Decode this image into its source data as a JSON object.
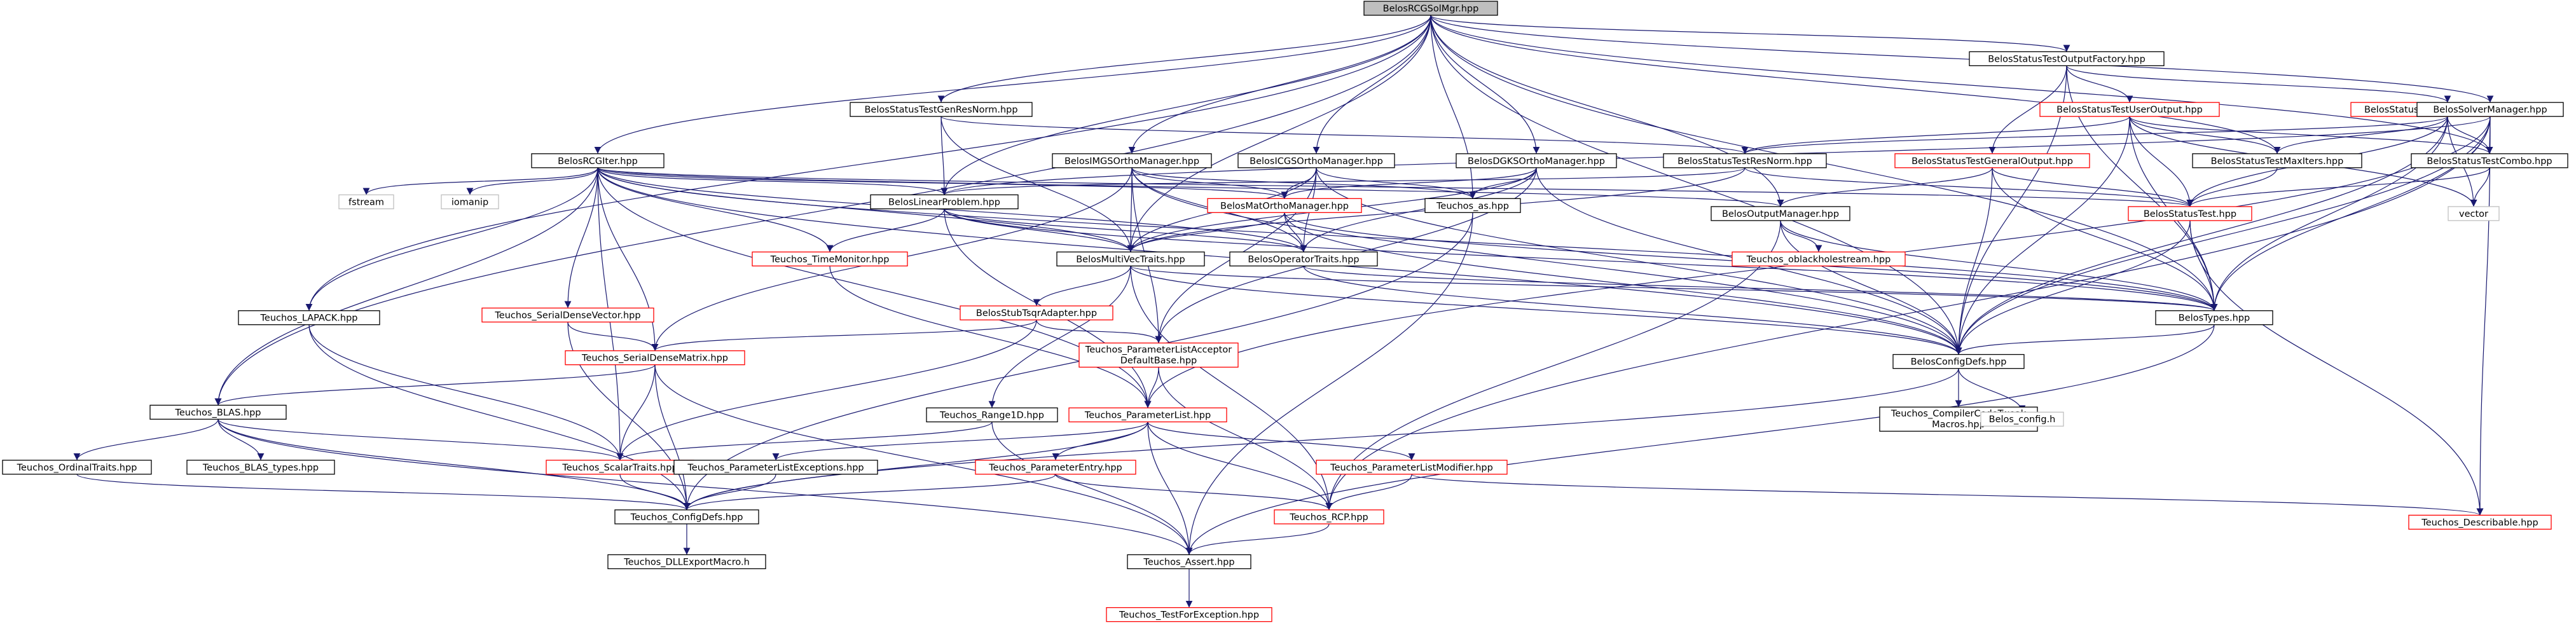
{
  "graph": {
    "root": "BelosRCGSolMgr.hpp",
    "colors": {
      "edge": "#191970",
      "box_normal": "#000000",
      "box_linked_external": "#ff0000",
      "box_system": "#bfbfbf",
      "root_fill": "#bfbfbf",
      "fill": "#ffffff"
    },
    "nodes": [
      {
        "id": "root",
        "lines": [
          "BelosRCGSolMgr.hpp"
        ],
        "kind": "root"
      },
      {
        "id": "rcgiter",
        "lines": [
          "BelosRCGIter.hpp"
        ],
        "kind": "normal"
      },
      {
        "id": "lapack",
        "lines": [
          "Teuchos_LAPACK.hpp"
        ],
        "kind": "normal"
      },
      {
        "id": "blas",
        "lines": [
          "Teuchos_BLAS.hpp"
        ],
        "kind": "normal"
      },
      {
        "id": "ordinaltraits",
        "lines": [
          "Teuchos_OrdinalTraits.hpp"
        ],
        "kind": "normal"
      },
      {
        "id": "blastypes",
        "lines": [
          "Teuchos_BLAS_types.hpp"
        ],
        "kind": "normal"
      },
      {
        "id": "scalartraits",
        "lines": [
          "Teuchos_ScalarTraits.hpp"
        ],
        "kind": "red"
      },
      {
        "id": "configdefs_t",
        "lines": [
          "Teuchos_ConfigDefs.hpp"
        ],
        "kind": "normal"
      },
      {
        "id": "dllexport",
        "lines": [
          "Teuchos_DLLExportMacro.h"
        ],
        "kind": "normal"
      },
      {
        "id": "assert",
        "lines": [
          "Teuchos_Assert.hpp"
        ],
        "kind": "normal"
      },
      {
        "id": "testforexc",
        "lines": [
          "Teuchos_TestForException.hpp"
        ],
        "kind": "red"
      },
      {
        "id": "fstream",
        "lines": [
          "fstream"
        ],
        "kind": "system"
      },
      {
        "id": "iomanip",
        "lines": [
          "iomanip"
        ],
        "kind": "system"
      },
      {
        "id": "serialdensevector",
        "lines": [
          "Teuchos_SerialDenseVector.hpp"
        ],
        "kind": "red"
      },
      {
        "id": "serialdensematrix",
        "lines": [
          "Teuchos_SerialDenseMatrix.hpp"
        ],
        "kind": "red"
      },
      {
        "id": "timemonitor",
        "lines": [
          "Teuchos_TimeMonitor.hpp"
        ],
        "kind": "red"
      },
      {
        "id": "linearproblem",
        "lines": [
          "BelosLinearProblem.hpp"
        ],
        "kind": "normal"
      },
      {
        "id": "gensresnorm",
        "lines": [
          "BelosStatusTestGenResNorm.hpp"
        ],
        "kind": "normal"
      },
      {
        "id": "imgs",
        "lines": [
          "BelosIMGSOrthoManager.hpp"
        ],
        "kind": "normal"
      },
      {
        "id": "icgs",
        "lines": [
          "BelosICGSOrthoManager.hpp"
        ],
        "kind": "normal"
      },
      {
        "id": "dgks",
        "lines": [
          "BelosDGKSOrthoManager.hpp"
        ],
        "kind": "normal"
      },
      {
        "id": "matortho",
        "lines": [
          "BelosMatOrthoManager.hpp"
        ],
        "kind": "red"
      },
      {
        "id": "teuchos_as",
        "lines": [
          "Teuchos_as.hpp"
        ],
        "kind": "normal"
      },
      {
        "id": "multivectraits",
        "lines": [
          "BelosMultiVecTraits.hpp"
        ],
        "kind": "normal"
      },
      {
        "id": "operatortraits",
        "lines": [
          "BelosOperatorTraits.hpp"
        ],
        "kind": "normal"
      },
      {
        "id": "stubtsqr",
        "lines": [
          "BelosStubTsqrAdapter.hpp"
        ],
        "kind": "red"
      },
      {
        "id": "plvalidator",
        "lines": [
          "Teuchos_ParameterListAcceptor",
          "DefaultBase.hpp"
        ],
        "kind": "red"
      },
      {
        "id": "range1d",
        "lines": [
          "Teuchos_Range1D.hpp"
        ],
        "kind": "normal"
      },
      {
        "id": "paramlist",
        "lines": [
          "Teuchos_ParameterList.hpp"
        ],
        "kind": "red"
      },
      {
        "id": "plexceptions",
        "lines": [
          "Teuchos_ParameterListExceptions.hpp"
        ],
        "kind": "normal"
      },
      {
        "id": "paramentry",
        "lines": [
          "Teuchos_ParameterEntry.hpp"
        ],
        "kind": "red"
      },
      {
        "id": "plmodifier",
        "lines": [
          "Teuchos_ParameterListModifier.hpp"
        ],
        "kind": "red"
      },
      {
        "id": "rcp",
        "lines": [
          "Teuchos_RCP.hpp"
        ],
        "kind": "red"
      },
      {
        "id": "resnorm",
        "lines": [
          "BelosStatusTestResNorm.hpp"
        ],
        "kind": "normal"
      },
      {
        "id": "outputmanager",
        "lines": [
          "BelosOutputManager.hpp"
        ],
        "kind": "normal"
      },
      {
        "id": "oblackhole",
        "lines": [
          "Teuchos_oblackholestream.hpp"
        ],
        "kind": "red"
      },
      {
        "id": "outputfactory",
        "lines": [
          "BelosStatusTestOutputFactory.hpp"
        ],
        "kind": "normal"
      },
      {
        "id": "useroutput",
        "lines": [
          "BelosStatusTestUserOutput.hpp"
        ],
        "kind": "red"
      },
      {
        "id": "resnormoutput",
        "lines": [
          "BelosStatusTestResNormOutput.hpp"
        ],
        "kind": "red"
      },
      {
        "id": "generaloutput",
        "lines": [
          "BelosStatusTestGeneralOutput.hpp"
        ],
        "kind": "red"
      },
      {
        "id": "maxiters",
        "lines": [
          "BelosStatusTestMaxIters.hpp"
        ],
        "kind": "normal"
      },
      {
        "id": "combo",
        "lines": [
          "BelosStatusTestCombo.hpp"
        ],
        "kind": "normal"
      },
      {
        "id": "statustest",
        "lines": [
          "BelosStatusTest.hpp"
        ],
        "kind": "red"
      },
      {
        "id": "vector",
        "lines": [
          "vector"
        ],
        "kind": "system"
      },
      {
        "id": "belostypes",
        "lines": [
          "BelosTypes.hpp"
        ],
        "kind": "normal"
      },
      {
        "id": "belosconfigdefs",
        "lines": [
          "BelosConfigDefs.hpp"
        ],
        "kind": "normal"
      },
      {
        "id": "compilercode",
        "lines": [
          "Teuchos_CompilerCodeTweak",
          "Macros.hpp"
        ],
        "kind": "normal"
      },
      {
        "id": "belos_config",
        "lines": [
          "Belos_config.h"
        ],
        "kind": "system"
      },
      {
        "id": "solvermanager",
        "lines": [
          "BelosSolverManager.hpp"
        ],
        "kind": "normal"
      },
      {
        "id": "describable",
        "lines": [
          "Teuchos_Describable.hpp"
        ],
        "kind": "red"
      }
    ],
    "edges": [
      [
        "root",
        "rcgiter"
      ],
      [
        "root",
        "lapack"
      ],
      [
        "root",
        "blas"
      ],
      [
        "root",
        "gensresnorm"
      ],
      [
        "root",
        "imgs"
      ],
      [
        "root",
        "icgs"
      ],
      [
        "root",
        "dgks"
      ],
      [
        "root",
        "teuchos_as"
      ],
      [
        "root",
        "linearproblem"
      ],
      [
        "root",
        "outputmanager"
      ],
      [
        "root",
        "outputfactory"
      ],
      [
        "root",
        "maxiters"
      ],
      [
        "root",
        "combo"
      ],
      [
        "root",
        "solvermanager"
      ],
      [
        "root",
        "belostypes"
      ],
      [
        "root",
        "belosconfigdefs"
      ],
      [
        "root",
        "multivectraits"
      ],
      [
        "rcgiter",
        "fstream"
      ],
      [
        "rcgiter",
        "iomanip"
      ],
      [
        "rcgiter",
        "linearproblem"
      ],
      [
        "rcgiter",
        "matortho"
      ],
      [
        "rcgiter",
        "statustest"
      ],
      [
        "rcgiter",
        "outputmanager"
      ],
      [
        "rcgiter",
        "operatortraits"
      ],
      [
        "rcgiter",
        "multivectraits"
      ],
      [
        "rcgiter",
        "serialdensevector"
      ],
      [
        "rcgiter",
        "serialdensematrix"
      ],
      [
        "rcgiter",
        "lapack"
      ],
      [
        "rcgiter",
        "blas"
      ],
      [
        "rcgiter",
        "scalartraits"
      ],
      [
        "rcgiter",
        "paramlist"
      ],
      [
        "rcgiter",
        "timemonitor"
      ],
      [
        "rcgiter",
        "belostypes"
      ],
      [
        "rcgiter",
        "belosconfigdefs"
      ],
      [
        "lapack",
        "scalartraits"
      ],
      [
        "lapack",
        "configdefs_t"
      ],
      [
        "blas",
        "ordinaltraits"
      ],
      [
        "blas",
        "blastypes"
      ],
      [
        "blas",
        "scalartraits"
      ],
      [
        "blas",
        "configdefs_t"
      ],
      [
        "blas",
        "assert"
      ],
      [
        "ordinaltraits",
        "configdefs_t"
      ],
      [
        "scalartraits",
        "configdefs_t"
      ],
      [
        "configdefs_t",
        "dllexport"
      ],
      [
        "assert",
        "testforexc"
      ],
      [
        "serialdensevector",
        "serialdensematrix"
      ],
      [
        "serialdensevector",
        "configdefs_t"
      ],
      [
        "serialdensematrix",
        "blas"
      ],
      [
        "serialdensematrix",
        "scalartraits"
      ],
      [
        "serialdensematrix",
        "configdefs_t"
      ],
      [
        "serialdensematrix",
        "assert"
      ],
      [
        "timemonitor",
        "paramlist"
      ],
      [
        "linearproblem",
        "multivectraits"
      ],
      [
        "linearproblem",
        "operatortraits"
      ],
      [
        "linearproblem",
        "timemonitor"
      ],
      [
        "linearproblem",
        "paramlist"
      ],
      [
        "linearproblem",
        "belostypes"
      ],
      [
        "gensresnorm",
        "resnorm"
      ],
      [
        "gensresnorm",
        "linearproblem"
      ],
      [
        "gensresnorm",
        "multivectraits"
      ],
      [
        "imgs",
        "matortho"
      ],
      [
        "imgs",
        "multivectraits"
      ],
      [
        "imgs",
        "operatortraits"
      ],
      [
        "imgs",
        "teuchos_as"
      ],
      [
        "imgs",
        "serialdensematrix"
      ],
      [
        "imgs",
        "plvalidator"
      ],
      [
        "imgs",
        "belosconfigdefs"
      ],
      [
        "icgs",
        "matortho"
      ],
      [
        "icgs",
        "multivectraits"
      ],
      [
        "icgs",
        "operatortraits"
      ],
      [
        "icgs",
        "teuchos_as"
      ],
      [
        "icgs",
        "plvalidator"
      ],
      [
        "icgs",
        "belosconfigdefs"
      ],
      [
        "dgks",
        "matortho"
      ],
      [
        "dgks",
        "multivectraits"
      ],
      [
        "dgks",
        "operatortraits"
      ],
      [
        "dgks",
        "teuchos_as"
      ],
      [
        "dgks",
        "plvalidator"
      ],
      [
        "dgks",
        "belosconfigdefs"
      ],
      [
        "matortho",
        "multivectraits"
      ],
      [
        "matortho",
        "operatortraits"
      ],
      [
        "matortho",
        "belostypes"
      ],
      [
        "matortho",
        "belosconfigdefs"
      ],
      [
        "teuchos_as",
        "configdefs_t"
      ],
      [
        "teuchos_as",
        "assert"
      ],
      [
        "multivectraits",
        "stubtsqr"
      ],
      [
        "multivectraits",
        "range1d"
      ],
      [
        "multivectraits",
        "rcp"
      ],
      [
        "multivectraits",
        "belostypes"
      ],
      [
        "multivectraits",
        "belosconfigdefs"
      ],
      [
        "operatortraits",
        "belostypes"
      ],
      [
        "operatortraits",
        "belosconfigdefs"
      ],
      [
        "stubtsqr",
        "plvalidator"
      ],
      [
        "stubtsqr",
        "serialdensematrix"
      ],
      [
        "stubtsqr",
        "scalartraits"
      ],
      [
        "plvalidator",
        "paramlist"
      ],
      [
        "plvalidator",
        "rcp"
      ],
      [
        "range1d",
        "scalartraits"
      ],
      [
        "range1d",
        "assert"
      ],
      [
        "paramlist",
        "plexceptions"
      ],
      [
        "paramlist",
        "paramentry"
      ],
      [
        "paramlist",
        "plmodifier"
      ],
      [
        "paramlist",
        "rcp"
      ],
      [
        "paramlist",
        "assert"
      ],
      [
        "paramlist",
        "configdefs_t"
      ],
      [
        "plexceptions",
        "configdefs_t"
      ],
      [
        "paramentry",
        "rcp"
      ],
      [
        "paramentry",
        "configdefs_t"
      ],
      [
        "plmodifier",
        "rcp"
      ],
      [
        "plmodifier",
        "describable"
      ],
      [
        "rcp",
        "assert"
      ],
      [
        "resnorm",
        "statustest"
      ],
      [
        "resnorm",
        "linearproblem"
      ],
      [
        "resnorm",
        "multivectraits"
      ],
      [
        "outputmanager",
        "oblackhole"
      ],
      [
        "outputmanager",
        "belostypes"
      ],
      [
        "outputmanager",
        "belosconfigdefs"
      ],
      [
        "outputmanager",
        "rcp"
      ],
      [
        "outputfactory",
        "useroutput"
      ],
      [
        "outputfactory",
        "resnormoutput"
      ],
      [
        "outputfactory",
        "generaloutput"
      ],
      [
        "outputfactory",
        "belostypes"
      ],
      [
        "outputfactory",
        "belosconfigdefs"
      ],
      [
        "useroutput",
        "resnorm"
      ],
      [
        "useroutput",
        "maxiters"
      ],
      [
        "useroutput",
        "combo"
      ],
      [
        "useroutput",
        "statustest"
      ],
      [
        "useroutput",
        "belostypes"
      ],
      [
        "useroutput",
        "belosconfigdefs"
      ],
      [
        "useroutput",
        "vector"
      ],
      [
        "resnormoutput",
        "resnorm"
      ],
      [
        "resnormoutput",
        "maxiters"
      ],
      [
        "resnormoutput",
        "combo"
      ],
      [
        "resnormoutput",
        "statustest"
      ],
      [
        "resnormoutput",
        "belostypes"
      ],
      [
        "resnormoutput",
        "belosconfigdefs"
      ],
      [
        "resnormoutput",
        "vector"
      ],
      [
        "generaloutput",
        "statustest"
      ],
      [
        "generaloutput",
        "outputmanager"
      ],
      [
        "generaloutput",
        "belostypes"
      ],
      [
        "generaloutput",
        "belosconfigdefs"
      ],
      [
        "maxiters",
        "statustest"
      ],
      [
        "combo",
        "statustest"
      ],
      [
        "combo",
        "vector"
      ],
      [
        "statustest",
        "belostypes"
      ],
      [
        "statustest",
        "belosconfigdefs"
      ],
      [
        "statustest",
        "describable"
      ],
      [
        "belostypes",
        "belosconfigdefs"
      ],
      [
        "belostypes",
        "assert"
      ],
      [
        "belosconfigdefs",
        "compilercode"
      ],
      [
        "belosconfigdefs",
        "belos_config"
      ],
      [
        "belosconfigdefs",
        "configdefs_t"
      ],
      [
        "solvermanager",
        "linearproblem"
      ],
      [
        "solvermanager",
        "combo"
      ],
      [
        "solvermanager",
        "belostypes"
      ],
      [
        "solvermanager",
        "belosconfigdefs"
      ],
      [
        "solvermanager",
        "paramlist"
      ],
      [
        "solvermanager",
        "rcp"
      ],
      [
        "solvermanager",
        "describable"
      ]
    ]
  }
}
